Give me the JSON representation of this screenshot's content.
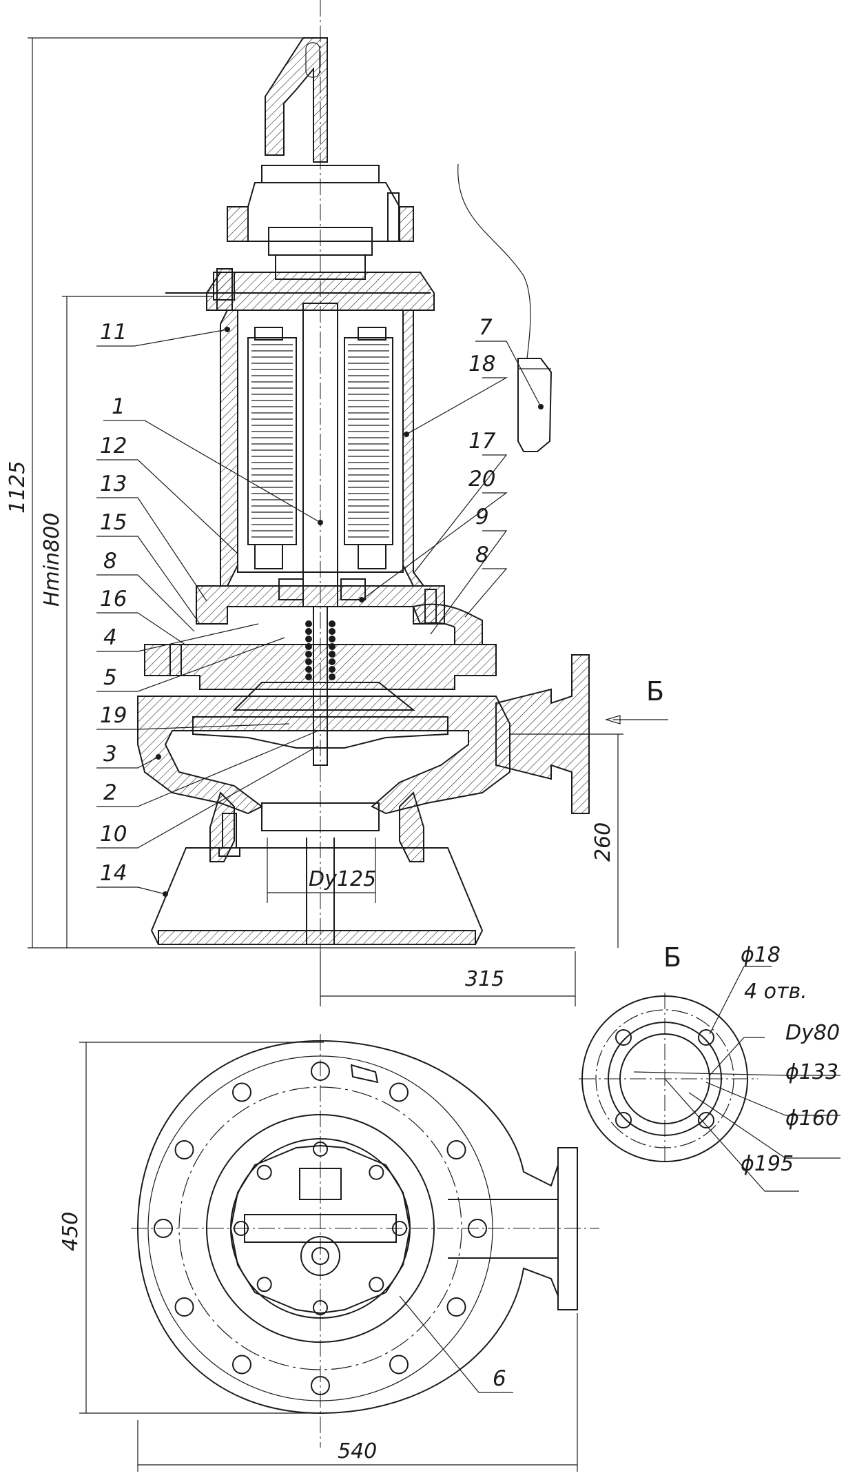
{
  "callouts": [
    "11",
    "1",
    "12",
    "13",
    "15",
    "8",
    "16",
    "4",
    "5",
    "19",
    "3",
    "2",
    "10",
    "14",
    "7",
    "18",
    "17",
    "20",
    "9",
    "8",
    "6"
  ],
  "dimensions": {
    "overall_height": "1125",
    "min_level": "Hmin800",
    "outlet_height": "260",
    "outlet_offset": "315",
    "inlet_diameter": "Dy125",
    "plan_width": "450",
    "plan_length": "540"
  },
  "view_b": {
    "arrow_label": "Б",
    "title": "Б",
    "hole_diameter": "ϕ18",
    "hole_count": "4 отв.",
    "bore": "Dy80",
    "d1": "ϕ133",
    "d2": "ϕ160",
    "d3": "ϕ195"
  }
}
